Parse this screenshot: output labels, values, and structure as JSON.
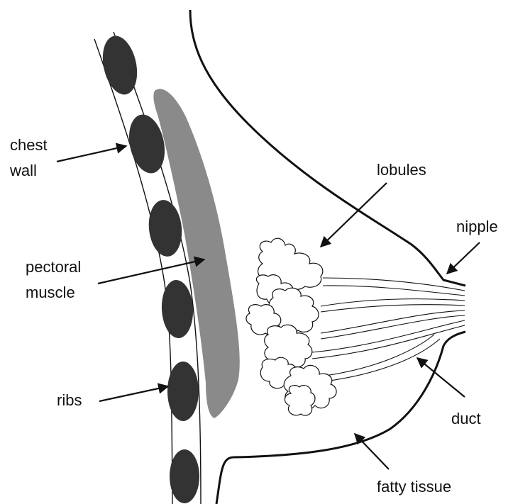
{
  "diagram": {
    "colors": {
      "outline": "#111111",
      "rib": "#333333",
      "muscle": "#8a8a8a",
      "background": "#ffffff"
    },
    "labels": {
      "chest_wall_line1": "chest",
      "chest_wall_line2": "wall",
      "pectoral_line1": "pectoral",
      "pectoral_line2": "muscle",
      "ribs": "ribs",
      "lobules": "lobules",
      "nipple": "nipple",
      "duct": "duct",
      "fatty_tissue": "fatty tissue"
    }
  }
}
